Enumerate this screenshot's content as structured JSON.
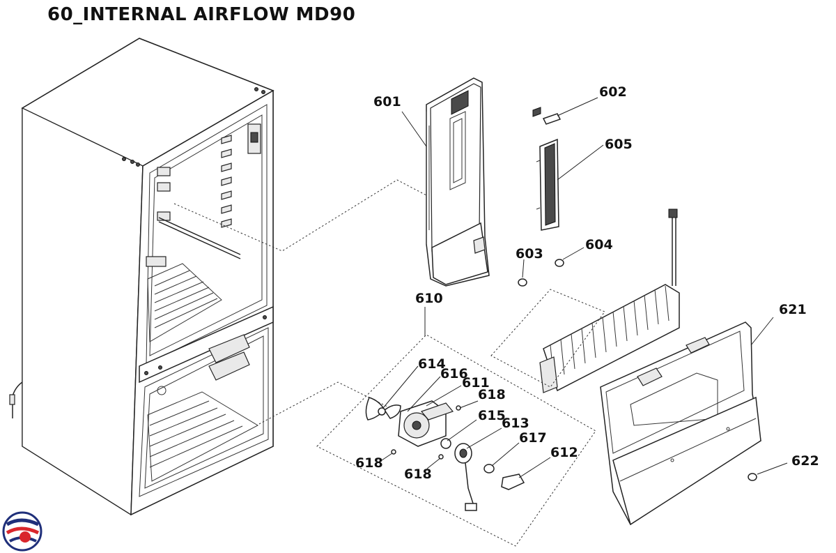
{
  "title": "60_INTERNAL AIRFLOW MD90",
  "labels": {
    "p601": "601",
    "p602": "602",
    "p603": "603",
    "p604": "604",
    "p605": "605",
    "p610": "610",
    "p611": "611",
    "p612": "612",
    "p613": "613",
    "p614": "614",
    "p615": "615",
    "p616": "616",
    "p617": "617",
    "p618a": "618",
    "p618b": "618",
    "p618c": "618",
    "p621": "621",
    "p622": "622"
  },
  "logo": {
    "colors": [
      "#1f2f7a",
      "#d9262c"
    ]
  }
}
